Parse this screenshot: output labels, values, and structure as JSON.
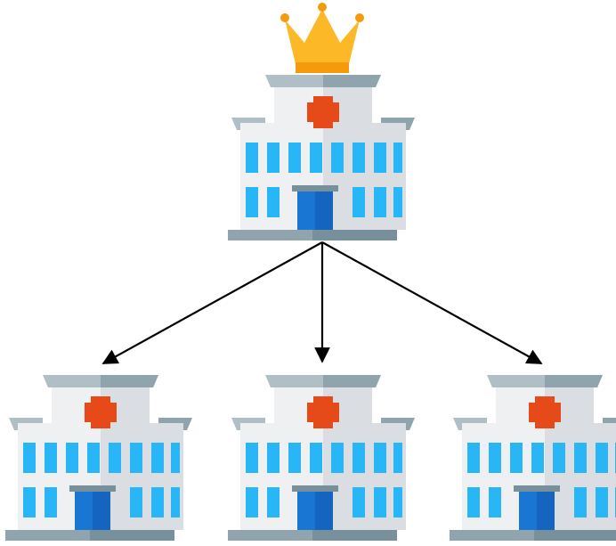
{
  "colors": {
    "background": "#ffffff",
    "crown": "#FDB827",
    "crown_band": "#F59A0A",
    "crown_jewel": "#F59A0A",
    "cross": "#E64A19",
    "window": "#29B6F6",
    "door": "#1976D2",
    "door_dark": "#1565C0",
    "wall_light": "#EEF0F2",
    "wall_shade": "#DADDE1",
    "roof": "#B0BEC5",
    "roof_dark": "#90A4AE",
    "base": "#90A4AE",
    "base_dark": "#78909C",
    "arrow": "#000000"
  },
  "nodes": [
    {
      "id": "main-hospital",
      "role": "parent",
      "icon": "hospital-icon",
      "badge": "crown-icon"
    },
    {
      "id": "branch-hospital-left",
      "role": "child",
      "icon": "hospital-icon"
    },
    {
      "id": "branch-hospital-center",
      "role": "child",
      "icon": "hospital-icon"
    },
    {
      "id": "branch-hospital-right",
      "role": "child",
      "icon": "hospital-icon"
    }
  ],
  "edges": [
    {
      "from": "main-hospital",
      "to": "branch-hospital-left"
    },
    {
      "from": "main-hospital",
      "to": "branch-hospital-center"
    },
    {
      "from": "main-hospital",
      "to": "branch-hospital-right"
    }
  ]
}
